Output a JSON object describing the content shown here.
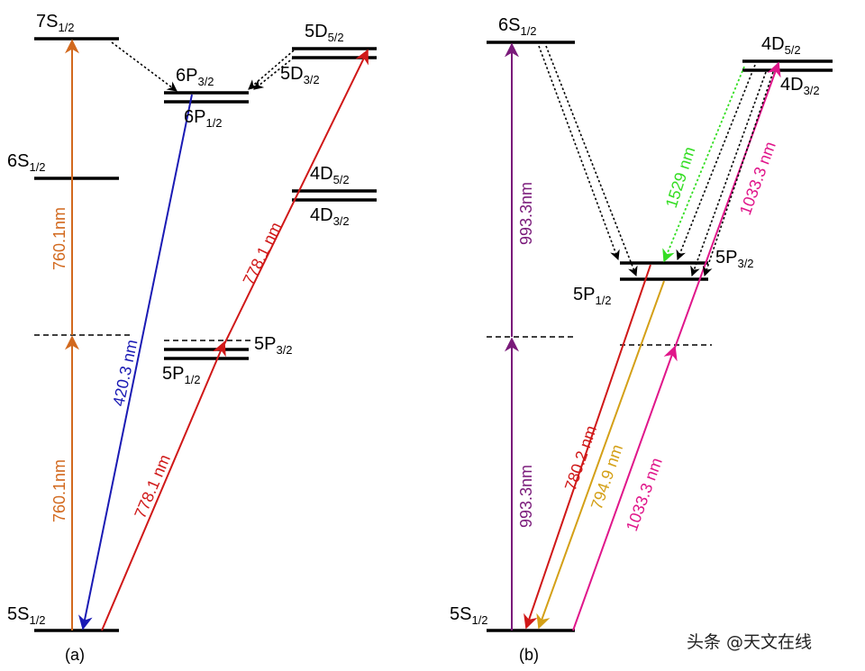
{
  "panels": {
    "a": {
      "caption": "(a)",
      "levels": {
        "s7_12": {
          "n": "7S",
          "j": "1/2"
        },
        "p6_32": {
          "n": "6P",
          "j": "3/2"
        },
        "p6_12": {
          "n": "6P",
          "j": "1/2"
        },
        "d5_52": {
          "n": "5D",
          "j": "5/2"
        },
        "d5_32": {
          "n": "5D",
          "j": "3/2"
        },
        "s6_12": {
          "n": "6S",
          "j": "1/2"
        },
        "d4_52": {
          "n": "4D",
          "j": "5/2"
        },
        "d4_32": {
          "n": "4D",
          "j": "3/2"
        },
        "p5_32": {
          "n": "5P",
          "j": "3/2"
        },
        "p5_12": {
          "n": "5P",
          "j": "1/2"
        },
        "s5_12": {
          "n": "5S",
          "j": "1/2"
        }
      },
      "transitions": {
        "orange_upper": "760.1nm",
        "orange_lower": "760.1nm",
        "blue": "420.3 nm",
        "red_upper": "778.1 nm",
        "red_lower": "778.1 nm"
      }
    },
    "b": {
      "caption": "(b)",
      "levels": {
        "s6_12": {
          "n": "6S",
          "j": "1/2"
        },
        "d4_52": {
          "n": "4D",
          "j": "5/2"
        },
        "d4_32": {
          "n": "4D",
          "j": "3/2"
        },
        "p5_32": {
          "n": "5P",
          "j": "3/2"
        },
        "p5_12": {
          "n": "5P",
          "j": "1/2"
        },
        "s5_12": {
          "n": "5S",
          "j": "1/2"
        }
      },
      "transitions": {
        "purple_upper": "993.3nm",
        "purple_lower": "993.3nm",
        "green": "1529 nm",
        "magenta_upper": "1033.3 nm",
        "magenta_lower": "1033.3 nm",
        "red": "780.2 nm",
        "gold": "794.9 nm"
      }
    }
  },
  "colors": {
    "orange": "#d2691e",
    "blue": "#1a1ab4",
    "red": "#d01818",
    "purple": "#7a1a7a",
    "green": "#33dd22",
    "magenta": "#e0168a",
    "gold": "#d4a017"
  },
  "watermark": "头条 @天文在线"
}
